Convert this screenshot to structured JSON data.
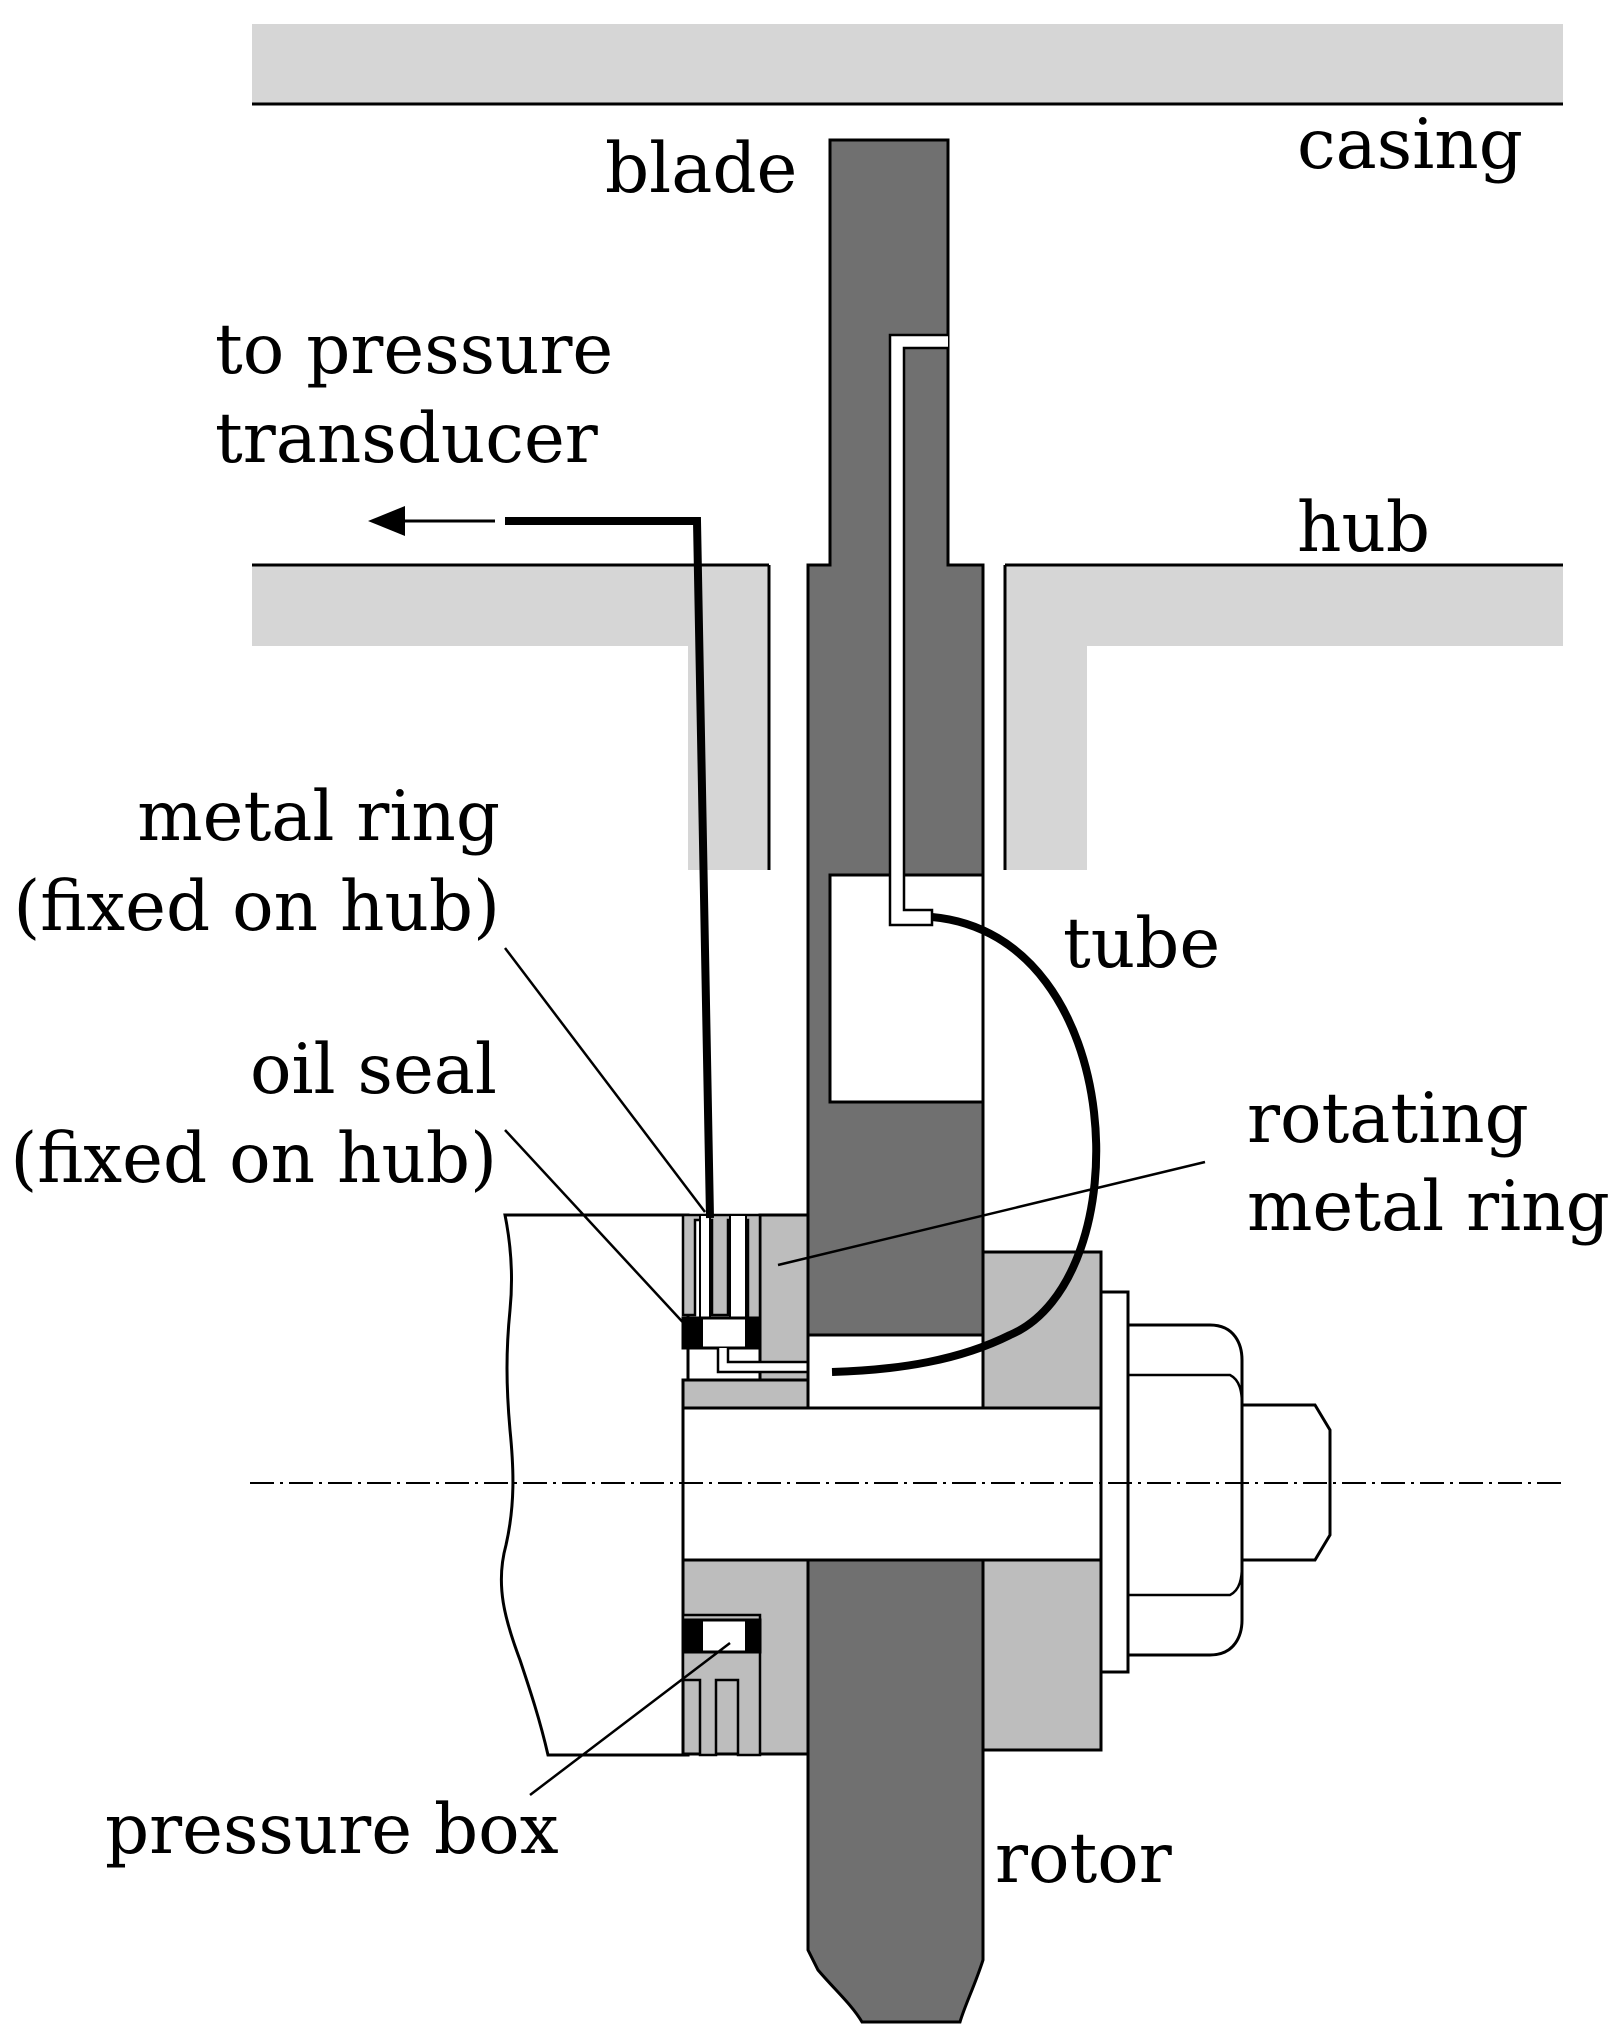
{
  "labels": {
    "casing": "casing",
    "blade": "blade",
    "to_pressure": "to pressure",
    "transducer": "transducer",
    "hub": "hub",
    "metal_ring": "metal ring",
    "metal_ring_fixed": "(fixed on hub)",
    "tube": "tube",
    "oil_seal": "oil seal",
    "oil_seal_fixed": "(fixed on hub)",
    "rotating": "rotating",
    "rotating_metal_ring": "metal ring",
    "pressure_box": "pressure box",
    "rotor": "rotor"
  },
  "colors": {
    "light_gray": "#d6d6d6",
    "medium_gray": "#bdbdbd",
    "dark_gray": "#707070",
    "line": "#000000"
  }
}
